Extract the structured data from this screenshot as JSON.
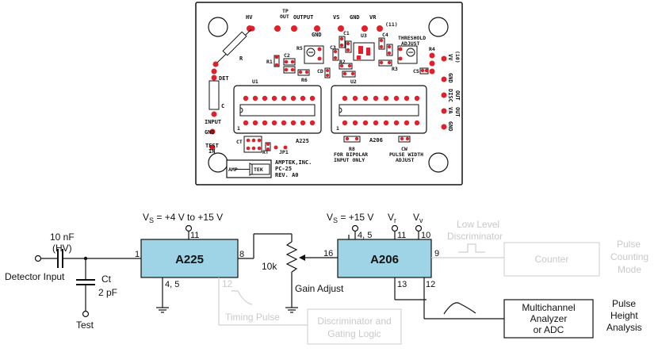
{
  "pcb": {
    "labels": {
      "hv": "HV",
      "tp_out_1": "TP",
      "tp_out_2": "OUT",
      "output": "OUTPUT",
      "gnd_top": "GND",
      "vs": "VS",
      "gnd_top2": "GND",
      "vr": "VR",
      "n11": "(11)",
      "threshold_1": "THRESHOLD",
      "threshold_2": "ADJUST",
      "vv": "VV",
      "n10": "(10)",
      "gnd_r1": "GND",
      "disc_out_1": "DISC",
      "disc_out_2": "OUT",
      "va_out_1": "VA",
      "va_out_2": "OUT",
      "gnd_r2": "GND",
      "r": "R",
      "det": "DET",
      "c": "C",
      "input": "INPUT",
      "gnd_left": "GND",
      "test_1": "TEST",
      "test_2": "IN",
      "u1": "U1",
      "u2": "U2",
      "u3": "U3",
      "r1": "R1",
      "r2": "R2",
      "r3": "R3",
      "r4": "R4",
      "r5": "R5",
      "r6": "R6",
      "r8": "R8",
      "c1": "C1",
      "c2": "C2",
      "c3": "C3",
      "c4": "C4",
      "c5": "C5",
      "cd": "CD",
      "ct": "CT",
      "rt": "RT",
      "jp1": "JP1",
      "cw": "CW",
      "a225": "A225",
      "a206": "A206",
      "pin1_left": "1",
      "pin1_right": "1",
      "bipolar_1": "FOR BIPOLAR",
      "bipolar_2": "INPUT ONLY",
      "pulse_width_1": "PULSE WIDTH",
      "pulse_width_2": "ADJUST",
      "logo_amp": "AMP",
      "logo_tek": "TEK",
      "company": "AMPTEK,INC.",
      "board": "PC-25",
      "rev": "REV. A0"
    }
  },
  "schematic": {
    "vs_left": "V",
    "vs_left_sub": "S",
    "vs_left_val": " = +4 V to +15 V",
    "vs_right": "V",
    "vs_right_sub": "S",
    "vs_right_val": " = +15 V",
    "vr": "V",
    "vr_sub": "r",
    "vv": "V",
    "vv_sub": "v",
    "cap_value": "10 nF",
    "cap_note": "(HV)",
    "detector_input": "Detector Input",
    "ct": "Ct",
    "ct_value": "2 pF",
    "test": "Test",
    "a225": "A225",
    "a206": "A206",
    "pin_11": "11",
    "pin_1": "1",
    "pin_8": "8",
    "pin_4_5_left": "4, 5",
    "pin_12_left": "12",
    "pin_4_5_right": "4, 5",
    "pin_11_right": "11",
    "pin_10": "10",
    "pin_16": "16",
    "pin_9": "9",
    "pin_13": "13",
    "pin_12_right": "12",
    "pot_value": "10k",
    "gain_adjust": "Gain Adjust",
    "timing_pulse": "Timing Pulse",
    "disc_logic_1": "Discriminator and",
    "disc_logic_2": "Gating Logic",
    "low_level_1": "Low Level",
    "low_level_2": "Discriminator",
    "counter": "Counter",
    "pulse_counting_1": "Pulse",
    "pulse_counting_2": "Counting",
    "pulse_counting_3": "Mode",
    "mca_1": "Multichannel",
    "mca_2": "Analyzer",
    "mca_3": "or ADC",
    "pha_1": "Pulse",
    "pha_2": "Height",
    "pha_3": "Analysis"
  },
  "colors": {
    "pad": "#e0202a",
    "chip_fill": "#9fd4e6",
    "ghost": "#c9c9c9"
  }
}
